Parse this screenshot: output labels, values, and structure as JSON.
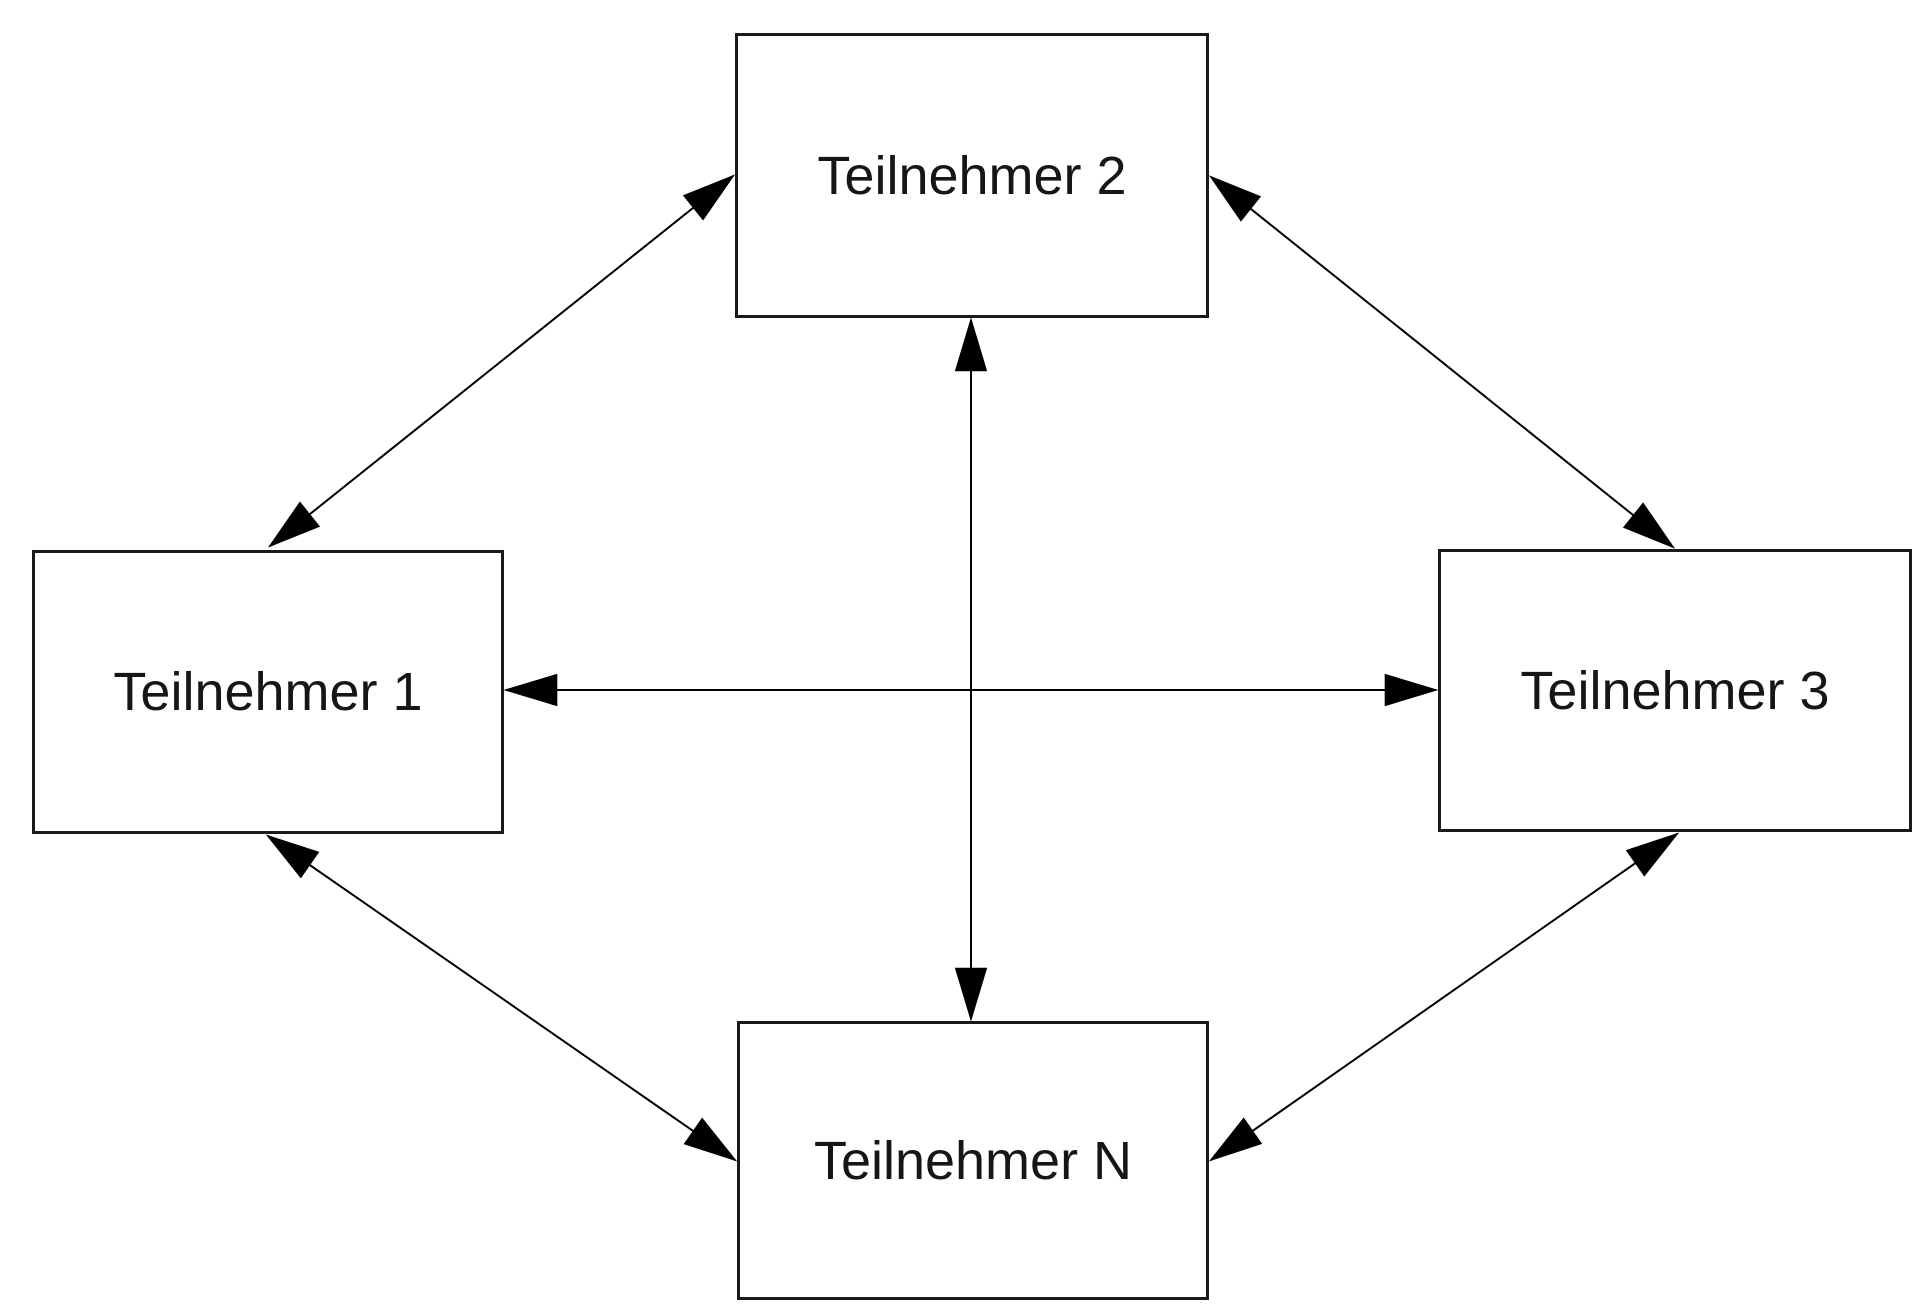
{
  "diagram": {
    "type": "network-topology-full-mesh",
    "background_color": "#ffffff",
    "colors": {
      "box_border": "#1a1a1a",
      "box_fill": "#ffffff",
      "text": "#161616",
      "arrow": "#000000"
    },
    "nodes": [
      {
        "id": "teilnehmer-1",
        "label": "Teilnehmer 1",
        "position": "left"
      },
      {
        "id": "teilnehmer-2",
        "label": "Teilnehmer 2",
        "position": "top"
      },
      {
        "id": "teilnehmer-3",
        "label": "Teilnehmer 3",
        "position": "right"
      },
      {
        "id": "teilnehmer-n",
        "label": "Teilnehmer N",
        "position": "bottom"
      }
    ],
    "edges": [
      {
        "from": "Teilnehmer 1",
        "to": "Teilnehmer 2",
        "style": "bidirectional-arrow"
      },
      {
        "from": "Teilnehmer 2",
        "to": "Teilnehmer 3",
        "style": "bidirectional-arrow"
      },
      {
        "from": "Teilnehmer 1",
        "to": "Teilnehmer 3",
        "style": "bidirectional-arrow"
      },
      {
        "from": "Teilnehmer 2",
        "to": "Teilnehmer N",
        "style": "bidirectional-arrow"
      },
      {
        "from": "Teilnehmer 1",
        "to": "Teilnehmer N",
        "style": "bidirectional-arrow"
      },
      {
        "from": "Teilnehmer N",
        "to": "Teilnehmer 3",
        "style": "bidirectional-arrow"
      }
    ]
  }
}
